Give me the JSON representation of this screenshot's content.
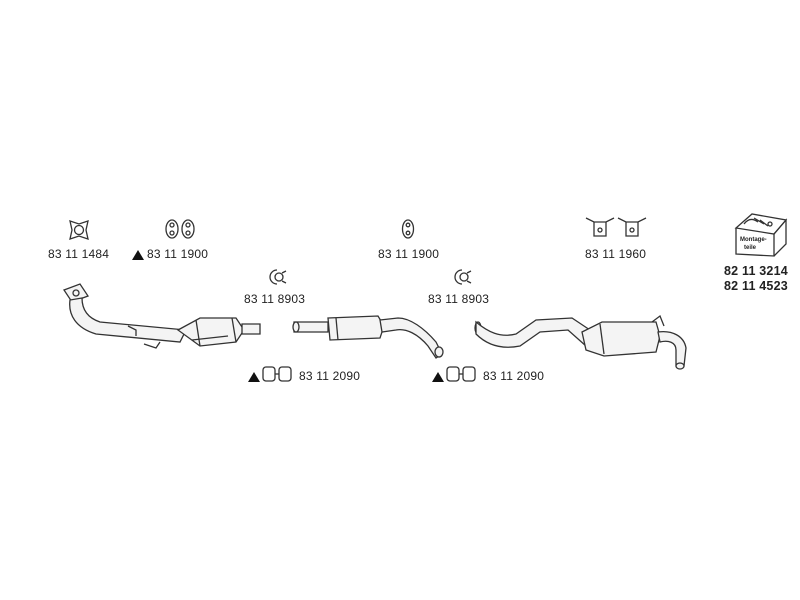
{
  "parts": {
    "gasket_front": "83 11 1484",
    "rubber_mount_pair": "83 11 1900",
    "rubber_mount_single": "83 11 1900",
    "hanger_pair": "83 11 1960",
    "clamp_1": "83 11 8903",
    "clamp_2": "83 11 8903",
    "bracket_1": "83 11 2090",
    "bracket_2": "83 11 2090",
    "kit_1": "82 11 3214",
    "kit_2": "82 11 4523"
  },
  "kit_box": {
    "line1": "Montage-",
    "line2": "teile"
  }
}
